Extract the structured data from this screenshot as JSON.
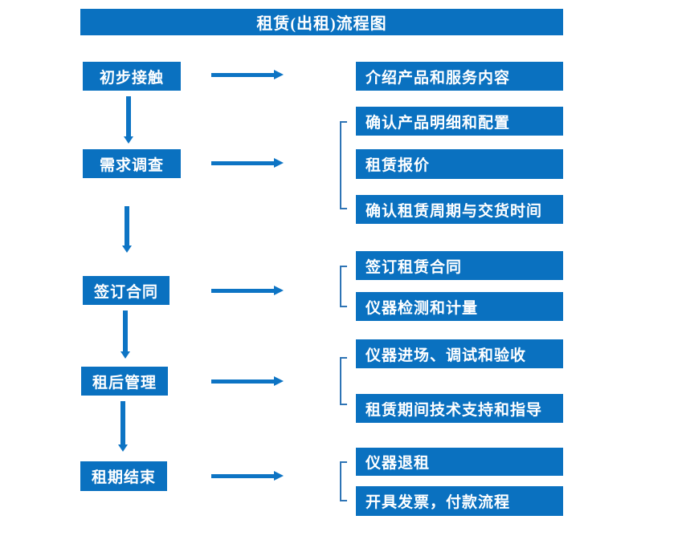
{
  "title": "租赁(出租)流程图",
  "colors": {
    "primary": "#0a71c0",
    "arrow": "#0d74c4",
    "bracket": "#2e74b5",
    "boxtext": "#ffffff",
    "background": "#ffffff"
  },
  "flow": {
    "steps": [
      {
        "label": "初步接触",
        "outputs": [
          "介绍产品和服务内容"
        ]
      },
      {
        "label": "需求调查",
        "outputs": [
          "确认产品明细和配置",
          "租赁报价",
          "确认租赁周期与交货时间"
        ]
      },
      {
        "label": "签订合同",
        "outputs": [
          "签订租赁合同",
          "仪器检测和计量"
        ]
      },
      {
        "label": "租后管理",
        "outputs": [
          "仪器进场、调试和验收",
          "租赁期间技术支持和指导"
        ]
      },
      {
        "label": "租期结束",
        "outputs": [
          "仪器退租",
          "开具发票，付款流程"
        ]
      }
    ]
  }
}
